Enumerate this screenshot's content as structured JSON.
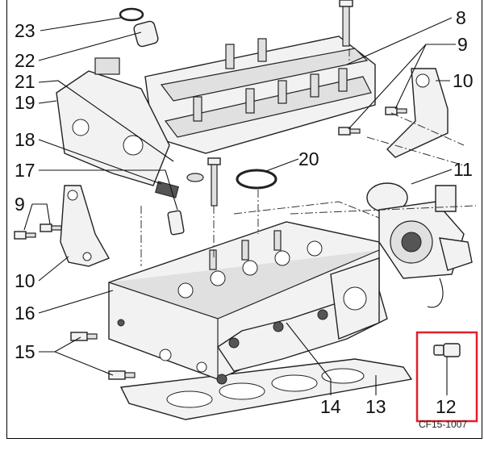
{
  "diagram": {
    "figure_code": "CF15-1007",
    "highlight_color": "#e0202a",
    "callouts": [
      {
        "id": "c23",
        "label": "23"
      },
      {
        "id": "c22",
        "label": "22"
      },
      {
        "id": "c21",
        "label": "21"
      },
      {
        "id": "c19",
        "label": "19"
      },
      {
        "id": "c18",
        "label": "18"
      },
      {
        "id": "c17",
        "label": "17"
      },
      {
        "id": "c9a",
        "label": "9"
      },
      {
        "id": "c10a",
        "label": "10"
      },
      {
        "id": "c16",
        "label": "16"
      },
      {
        "id": "c15",
        "label": "15"
      },
      {
        "id": "c8",
        "label": "8"
      },
      {
        "id": "c9b",
        "label": "9"
      },
      {
        "id": "c10b",
        "label": "10"
      },
      {
        "id": "c20",
        "label": "20"
      },
      {
        "id": "c11",
        "label": "11"
      },
      {
        "id": "c12",
        "label": "12"
      },
      {
        "id": "c14",
        "label": "14"
      },
      {
        "id": "c13",
        "label": "13"
      }
    ]
  }
}
